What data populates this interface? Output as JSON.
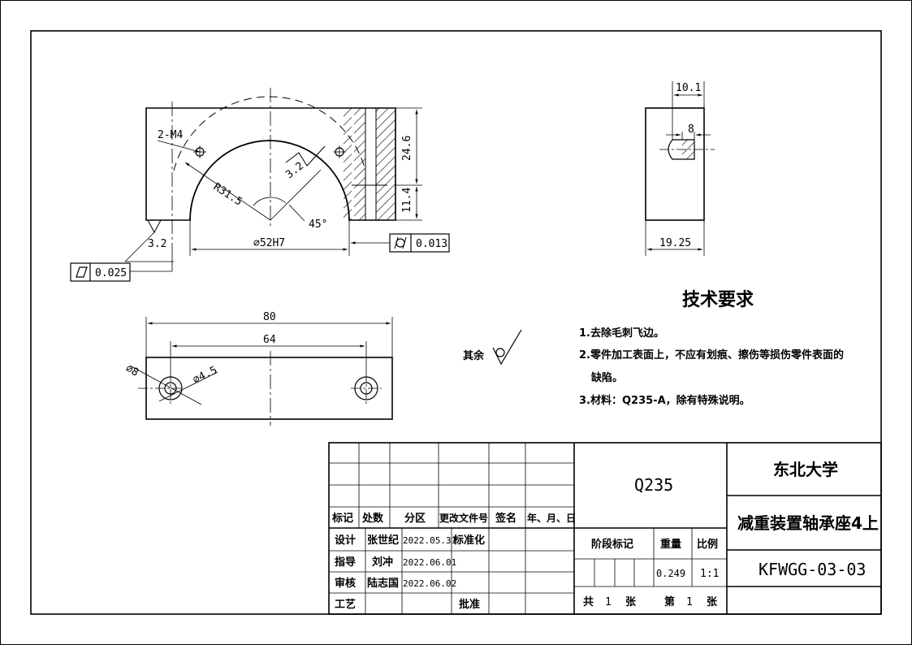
{
  "views": {
    "front": {
      "label_thread": "2-M4",
      "label_radius": "R31.5",
      "label_rough_inner": "3.2",
      "label_angle": "45°",
      "label_bore": "⌀52H7",
      "label_rough_base": "3.2",
      "label_height_top": "24.6",
      "label_height_bottom": "11.4",
      "flatness_tol": "0.025",
      "cyl_tol": "0.013"
    },
    "side": {
      "label_top": "10.1",
      "label_slot": "8",
      "label_width": "19.25"
    },
    "top": {
      "label_length": "80",
      "label_pitch": "64",
      "label_hole_big": "⌀8",
      "label_hole_small": "⌀4.5"
    }
  },
  "rest_roughness": {
    "label": "其余"
  },
  "tech": {
    "title": "技术要求",
    "items": [
      "1.去除毛刺飞边。",
      "2.零件加工表面上，不应有划痕、擦伤等损伤零件表面的",
      "缺陷。",
      "3.材料：Q235-A，除有特殊说明。"
    ]
  },
  "title_block": {
    "headers": [
      "标记",
      "处数",
      "分区",
      "更改文件号",
      "签名",
      "年、月、日"
    ],
    "design": [
      "设计",
      "张世纪",
      "2022.05.31",
      "标准化"
    ],
    "guide": [
      "指导",
      "刘冲",
      "2022.06.01"
    ],
    "review": [
      "审核",
      "陆志国",
      "2022.06.02"
    ],
    "craft": "工艺",
    "approve": "批准",
    "material": "Q235",
    "stage_label": "阶段标记",
    "weight_label": "重量",
    "scale_label": "比例",
    "weight": "0.249",
    "scale": "1:1",
    "total_prefix": "共",
    "total_count": "1",
    "sheet_unit": "张",
    "sheet_prefix": "第",
    "sheet_num": "1",
    "university": "东北大学",
    "part_name": "减重装置轴承座4上",
    "drawing_no": "KFWGG-03-03"
  }
}
